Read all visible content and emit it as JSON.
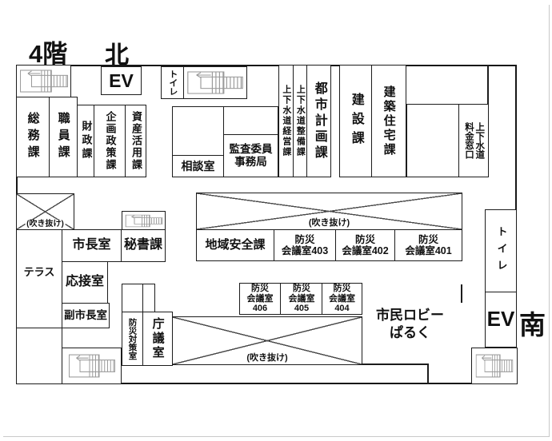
{
  "floor_title": "4階",
  "compass": {
    "north": "北",
    "south": "南"
  },
  "common": {
    "elevator": "EV",
    "toilet": "トイレ",
    "atrium": "(吹き抜け)"
  },
  "rooms": {
    "soumu": "総務課",
    "shokuin": "職員課",
    "zaisei": "財政課",
    "kikaku_seisaku": "企画政策課",
    "shisan_katsuyou": "資産活用課",
    "soudan": "相談室",
    "kansa": [
      "監査委員",
      "事務局"
    ],
    "jougesuidou_keiei": "上下水道経営課",
    "jougesuidou_seibi": "上下水道整備課",
    "toshi_keikaku": "都市計画課",
    "kensetsu": "建設課",
    "kenchiku_juutaku": "建築住宅課",
    "ryoukin": [
      "上下水道",
      "料金窓口"
    ],
    "chiiki_anzen": "地域安全課",
    "kaigi401": [
      "防災",
      "会議室401"
    ],
    "kaigi402": [
      "防災",
      "会議室402"
    ],
    "kaigi403": [
      "防災",
      "会議室403"
    ],
    "kaigi404": [
      "防災",
      "会議室",
      "404"
    ],
    "kaigi405": [
      "防災",
      "会議室",
      "405"
    ],
    "kaigi406": [
      "防災",
      "会議室",
      "406"
    ],
    "bousai_taisaku": "防災対策室",
    "chougi": "庁議室",
    "shichou": "市長室",
    "hisho": "秘書課",
    "ousetsu": "応接室",
    "fuku_shichou": "副市長室",
    "terrace": "テラス",
    "lobby": [
      "市民ロビー",
      "ぱるく"
    ]
  },
  "icons": {
    "stairs": "stairs-symbol",
    "atrium_cross": "diagonal-x-void"
  }
}
